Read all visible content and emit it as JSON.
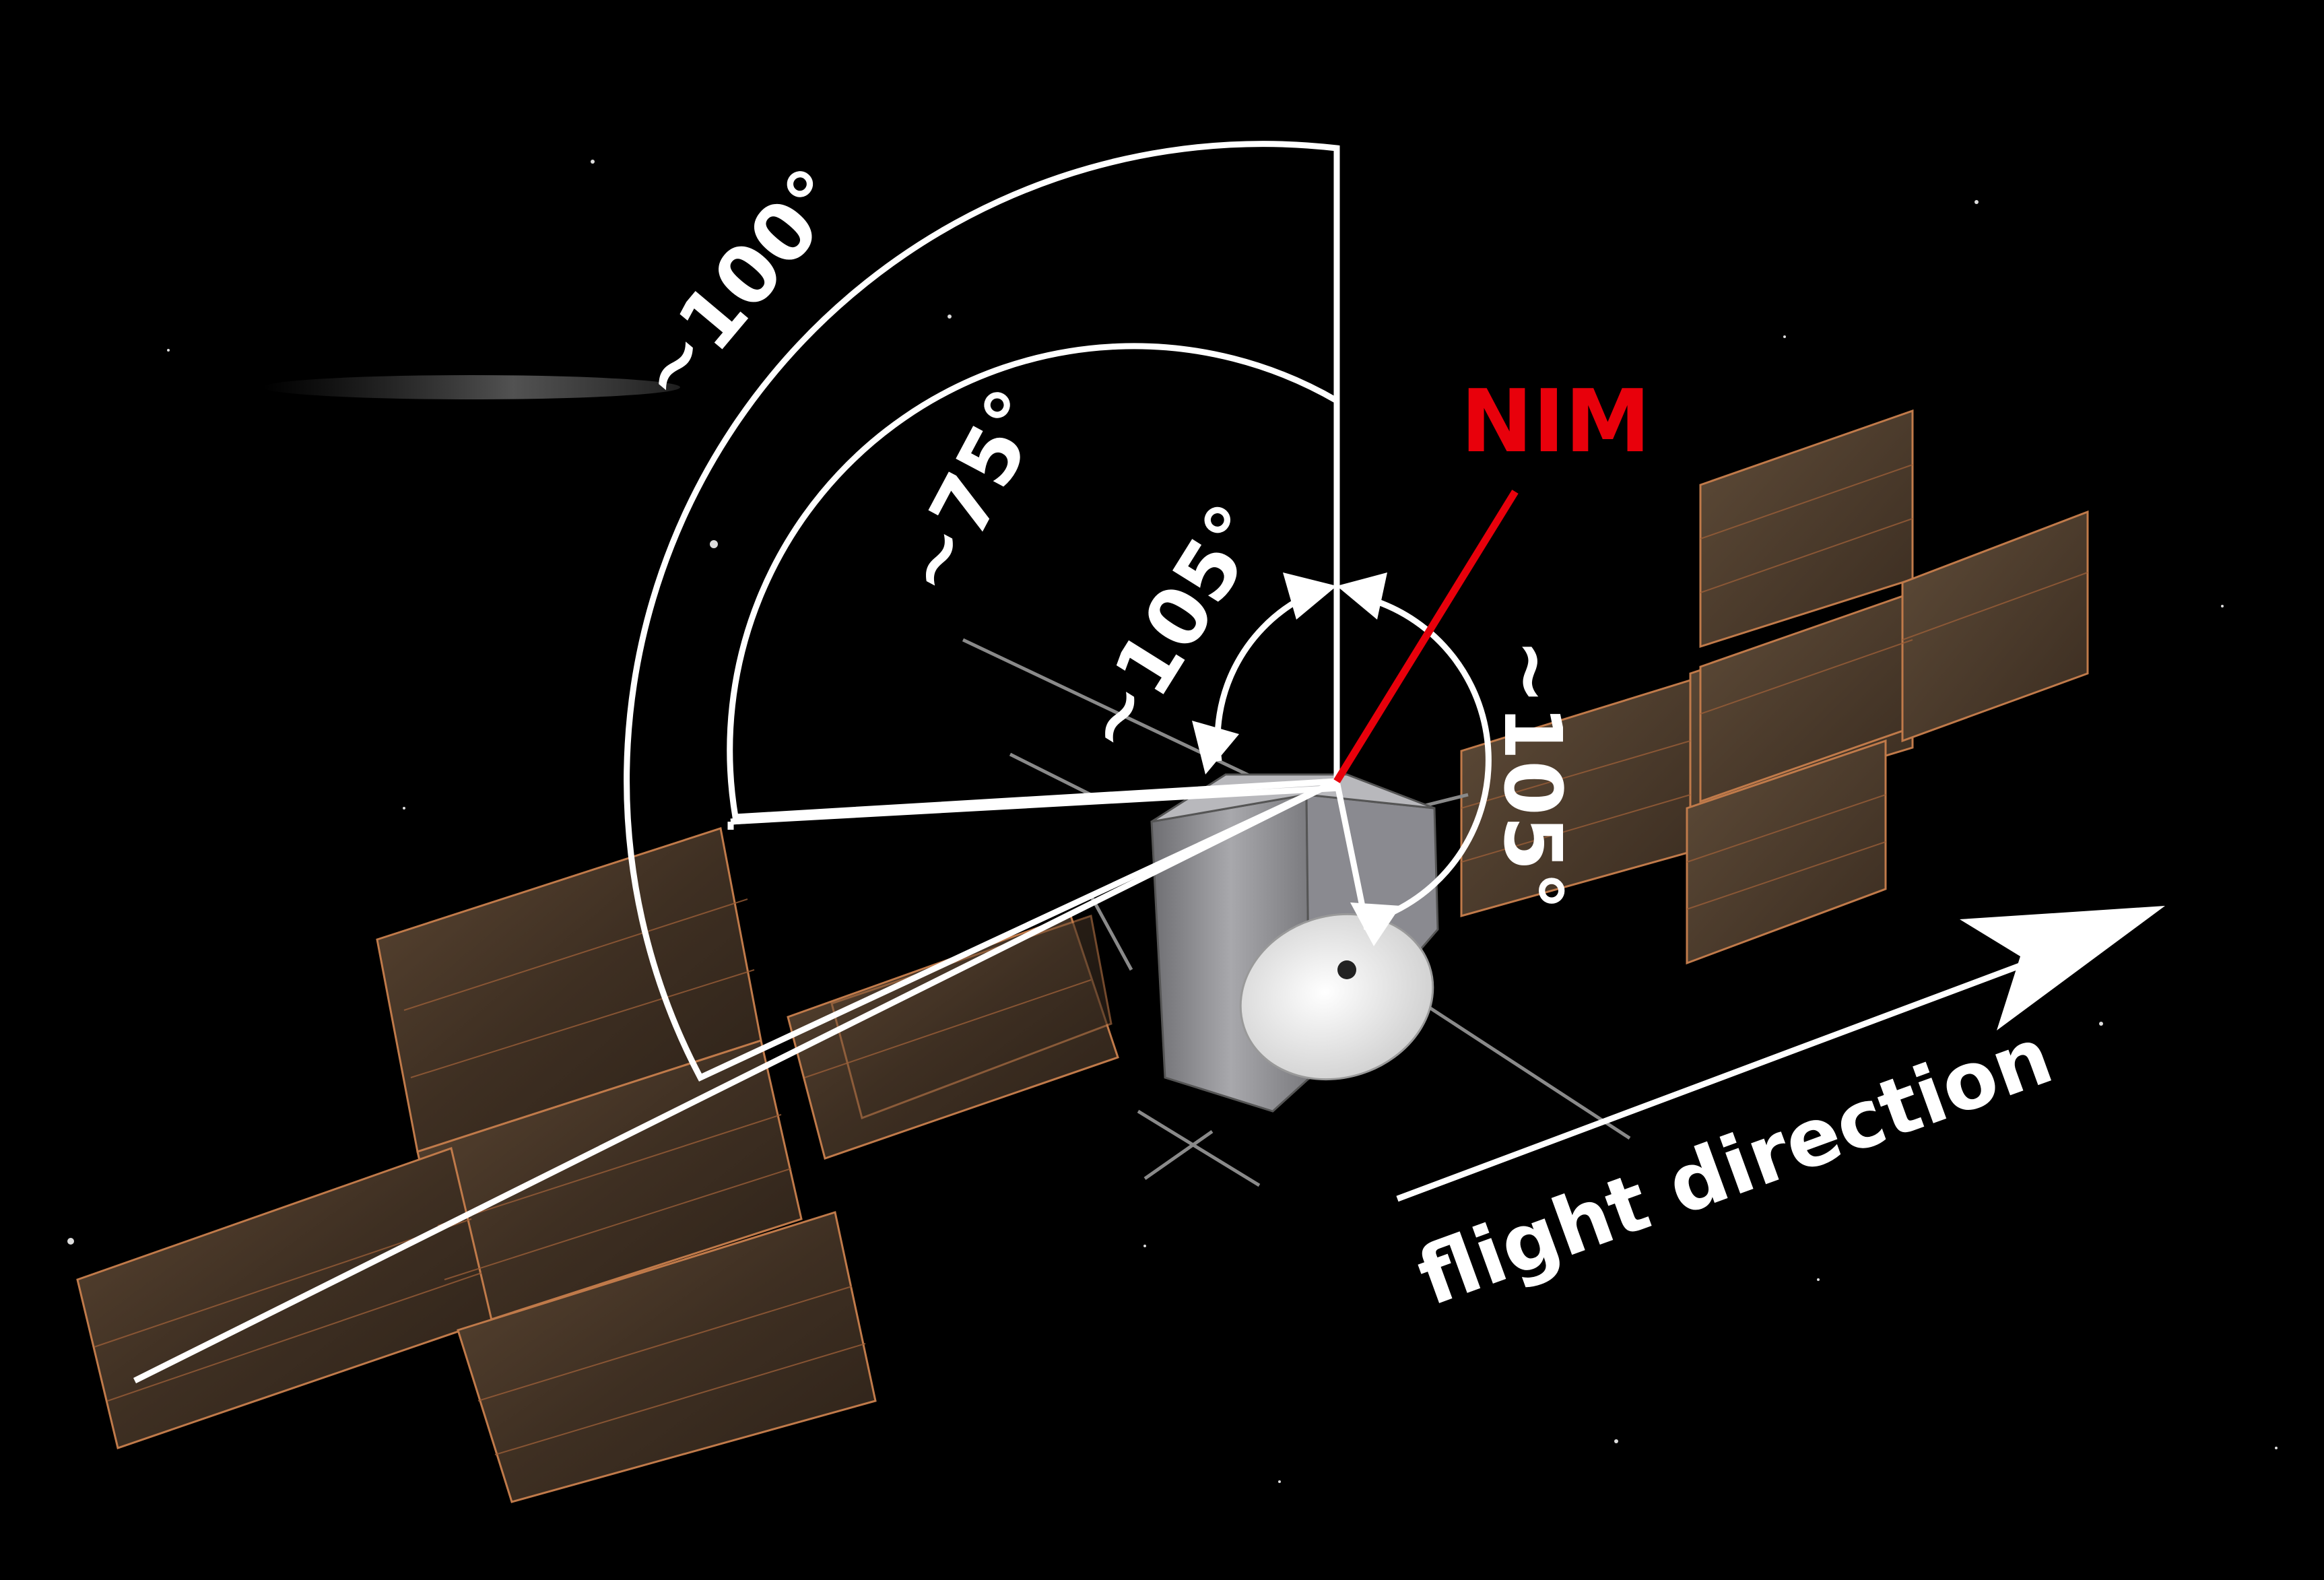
{
  "labels": {
    "angle_outer": "~100°",
    "angle_middle": "~75°",
    "angle_inner": "~105°",
    "angle_right": "~105°",
    "instrument": "NIM",
    "flight_direction": "flight direction"
  },
  "colors": {
    "background": "#000000",
    "annotation": "#ffffff",
    "instrument": "#e8000b",
    "panel_fill": "#4a3a2a",
    "panel_line": "#c07a4a",
    "body_silver": "#9a9a9e",
    "antenna": "#e8e8e8"
  }
}
